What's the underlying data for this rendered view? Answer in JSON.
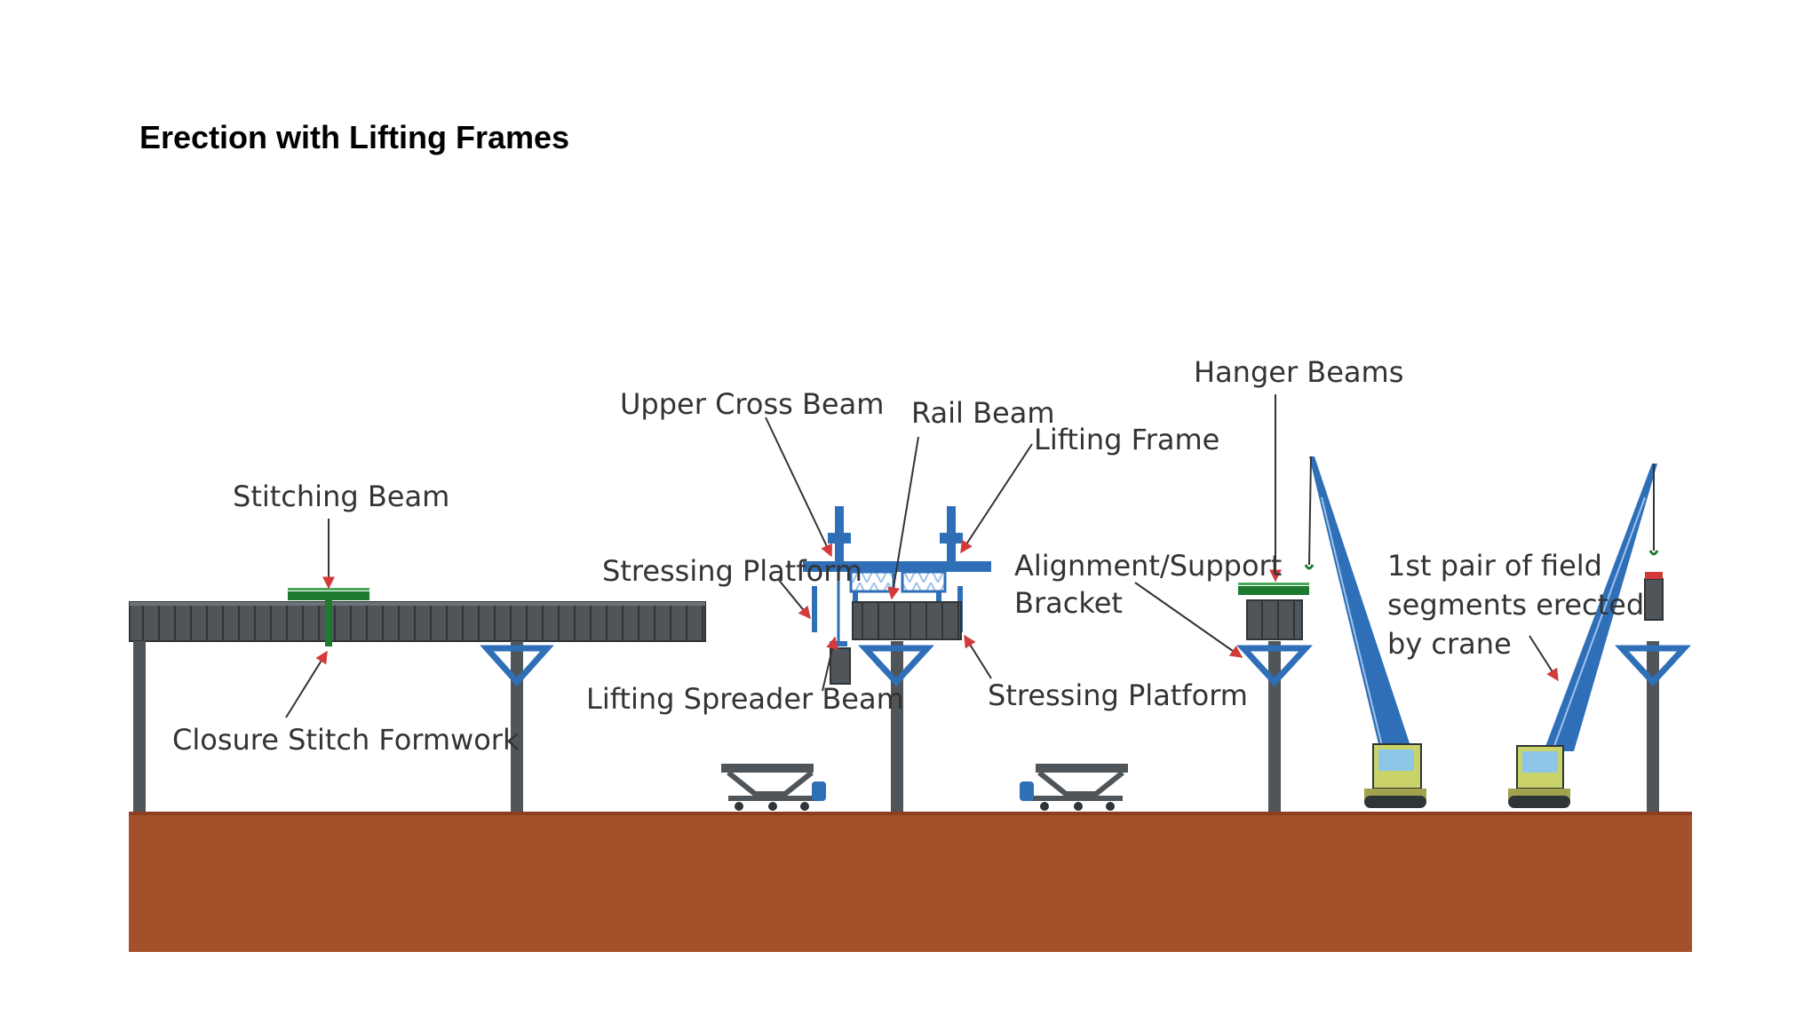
{
  "slide": {
    "title": "Erection with Lifting Frames"
  },
  "diagram": {
    "labels": {
      "stitching_beam": "Stitching Beam",
      "closure_stitch_formwork": "Closure Stitch Formwork",
      "upper_cross_beam": "Upper Cross Beam",
      "rail_beam": "Rail Beam",
      "lifting_frame": "Lifting Frame",
      "stressing_platform_left": "Stressing Platform",
      "stressing_platform_right": "Stressing Platform",
      "lifting_spreader_beam": "Lifting Spreader Beam",
      "alignment_bracket_line1": "Alignment/Support",
      "alignment_bracket_line2": "Bracket",
      "hanger_beams": "Hanger Beams",
      "crane_note_line1": "1st pair of field",
      "crane_note_line2": "segments erected",
      "crane_note_line3": "by crane"
    },
    "colors": {
      "ground": "#A4502A",
      "deck": "#4F5559",
      "pier": "#4F5559",
      "steel": "#2E6FB8",
      "stitch": "#1D7A2E",
      "crane_cab": "#C9D36A",
      "arrow": "#D43A3A",
      "leader": "#333333"
    }
  }
}
